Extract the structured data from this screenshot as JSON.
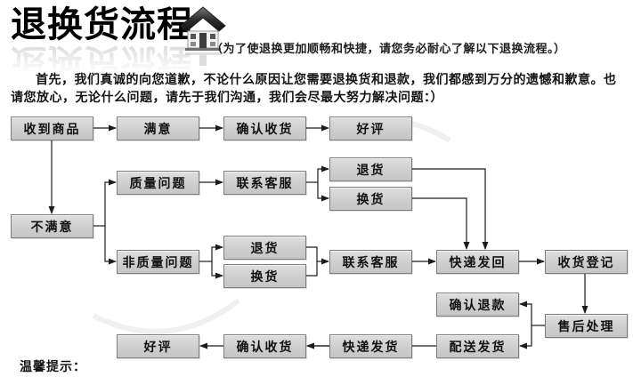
{
  "header": {
    "title": "退换货流程",
    "title_icon": "house-icon",
    "subtitle": "（为了使退换更加顺畅和快捷，请您务必耐心了解以下退换流程。）"
  },
  "intro": {
    "text": "首先，我们真诚的向您道歉，不论什么原因让您需要退换货和退款，我们都感到万分的遗憾和歉意。也请您放心，无论什么问题，请先于我们沟通，我们会尽最大努力解决问题：）"
  },
  "flowchart": {
    "nodes": [
      {
        "id": "received-goods",
        "label": "收到商品"
      },
      {
        "id": "satisfied",
        "label": "满意"
      },
      {
        "id": "confirm-receipt-top",
        "label": "确认收货"
      },
      {
        "id": "good-review-top",
        "label": "好评"
      },
      {
        "id": "quality-issue",
        "label": "质量问题"
      },
      {
        "id": "contact-service-1",
        "label": "联系客服"
      },
      {
        "id": "return-goods-1",
        "label": "退货"
      },
      {
        "id": "exchange-goods-1",
        "label": "换货"
      },
      {
        "id": "unsatisfied",
        "label": "不满意"
      },
      {
        "id": "non-quality-issue",
        "label": "非质量问题"
      },
      {
        "id": "return-goods-2",
        "label": "退货"
      },
      {
        "id": "exchange-goods-2",
        "label": "换货"
      },
      {
        "id": "contact-service-2",
        "label": "联系客服"
      },
      {
        "id": "express-send-back",
        "label": "快递发回"
      },
      {
        "id": "receipt-registration",
        "label": "收货登记"
      },
      {
        "id": "confirm-refund",
        "label": "确认退款"
      },
      {
        "id": "after-sales-processing",
        "label": "售后处理"
      },
      {
        "id": "dispatch-shipping",
        "label": "配送发货"
      },
      {
        "id": "express-shipping",
        "label": "快递发货"
      },
      {
        "id": "confirm-receipt-bottom",
        "label": "确认收货"
      },
      {
        "id": "good-review-bottom",
        "label": "好评"
      }
    ],
    "edges": [
      {
        "from": "received-goods",
        "to": "satisfied"
      },
      {
        "from": "satisfied",
        "to": "confirm-receipt-top"
      },
      {
        "from": "confirm-receipt-top",
        "to": "good-review-top"
      },
      {
        "from": "received-goods",
        "to": "unsatisfied"
      },
      {
        "from": "unsatisfied",
        "to": "quality-issue"
      },
      {
        "from": "unsatisfied",
        "to": "non-quality-issue"
      },
      {
        "from": "quality-issue",
        "to": "contact-service-1"
      },
      {
        "from": "contact-service-1",
        "to": "return-goods-1"
      },
      {
        "from": "contact-service-1",
        "to": "exchange-goods-1"
      },
      {
        "from": "return-goods-1",
        "to": "express-send-back"
      },
      {
        "from": "exchange-goods-1",
        "to": "express-send-back"
      },
      {
        "from": "non-quality-issue",
        "to": "return-goods-2"
      },
      {
        "from": "non-quality-issue",
        "to": "exchange-goods-2"
      },
      {
        "from": "return-goods-2",
        "to": "contact-service-2"
      },
      {
        "from": "exchange-goods-2",
        "to": "contact-service-2"
      },
      {
        "from": "contact-service-2",
        "to": "express-send-back"
      },
      {
        "from": "express-send-back",
        "to": "receipt-registration"
      },
      {
        "from": "receipt-registration",
        "to": "after-sales-processing"
      },
      {
        "from": "after-sales-processing",
        "to": "confirm-refund"
      },
      {
        "from": "after-sales-processing",
        "to": "dispatch-shipping"
      },
      {
        "from": "dispatch-shipping",
        "to": "express-shipping"
      },
      {
        "from": "express-shipping",
        "to": "confirm-receipt-bottom"
      },
      {
        "from": "confirm-receipt-bottom",
        "to": "good-review-bottom"
      }
    ]
  },
  "footer": {
    "note": "温馨提示："
  },
  "colors": {
    "background": "#ffffff",
    "box_fill": "#d2d2d2",
    "box_border": "#7e7e7e",
    "connector": "#1c1c1c",
    "text": "#111111",
    "title": "#000000"
  }
}
